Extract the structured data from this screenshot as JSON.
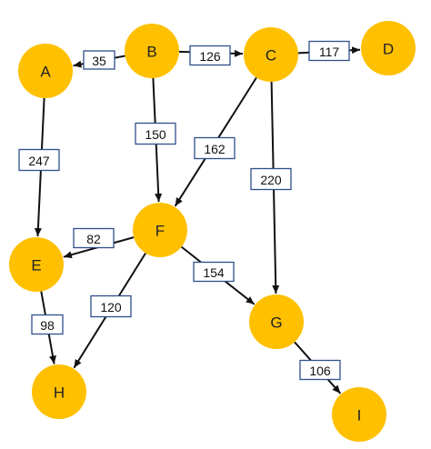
{
  "nodes": [
    {
      "id": "A",
      "label": "A"
    },
    {
      "id": "B",
      "label": "B"
    },
    {
      "id": "C",
      "label": "C"
    },
    {
      "id": "D",
      "label": "D"
    },
    {
      "id": "E",
      "label": "E"
    },
    {
      "id": "F",
      "label": "F"
    },
    {
      "id": "G",
      "label": "G"
    },
    {
      "id": "H",
      "label": "H"
    },
    {
      "id": "I",
      "label": "I"
    }
  ],
  "edges": [
    {
      "from": "B",
      "to": "A",
      "weight": "35"
    },
    {
      "from": "B",
      "to": "C",
      "weight": "126"
    },
    {
      "from": "C",
      "to": "D",
      "weight": "117"
    },
    {
      "from": "A",
      "to": "E",
      "weight": "247"
    },
    {
      "from": "B",
      "to": "F",
      "weight": "150"
    },
    {
      "from": "C",
      "to": "F",
      "weight": "162"
    },
    {
      "from": "C",
      "to": "G",
      "weight": "220"
    },
    {
      "from": "F",
      "to": "E",
      "weight": "82"
    },
    {
      "from": "F",
      "to": "G",
      "weight": "154"
    },
    {
      "from": "F",
      "to": "H",
      "weight": "120"
    },
    {
      "from": "E",
      "to": "H",
      "weight": "98"
    },
    {
      "from": "G",
      "to": "I",
      "weight": "106"
    }
  ],
  "colors": {
    "node_fill": "#FFC000",
    "weight_box_border": "#2F4E8C",
    "edge": "#111111"
  }
}
